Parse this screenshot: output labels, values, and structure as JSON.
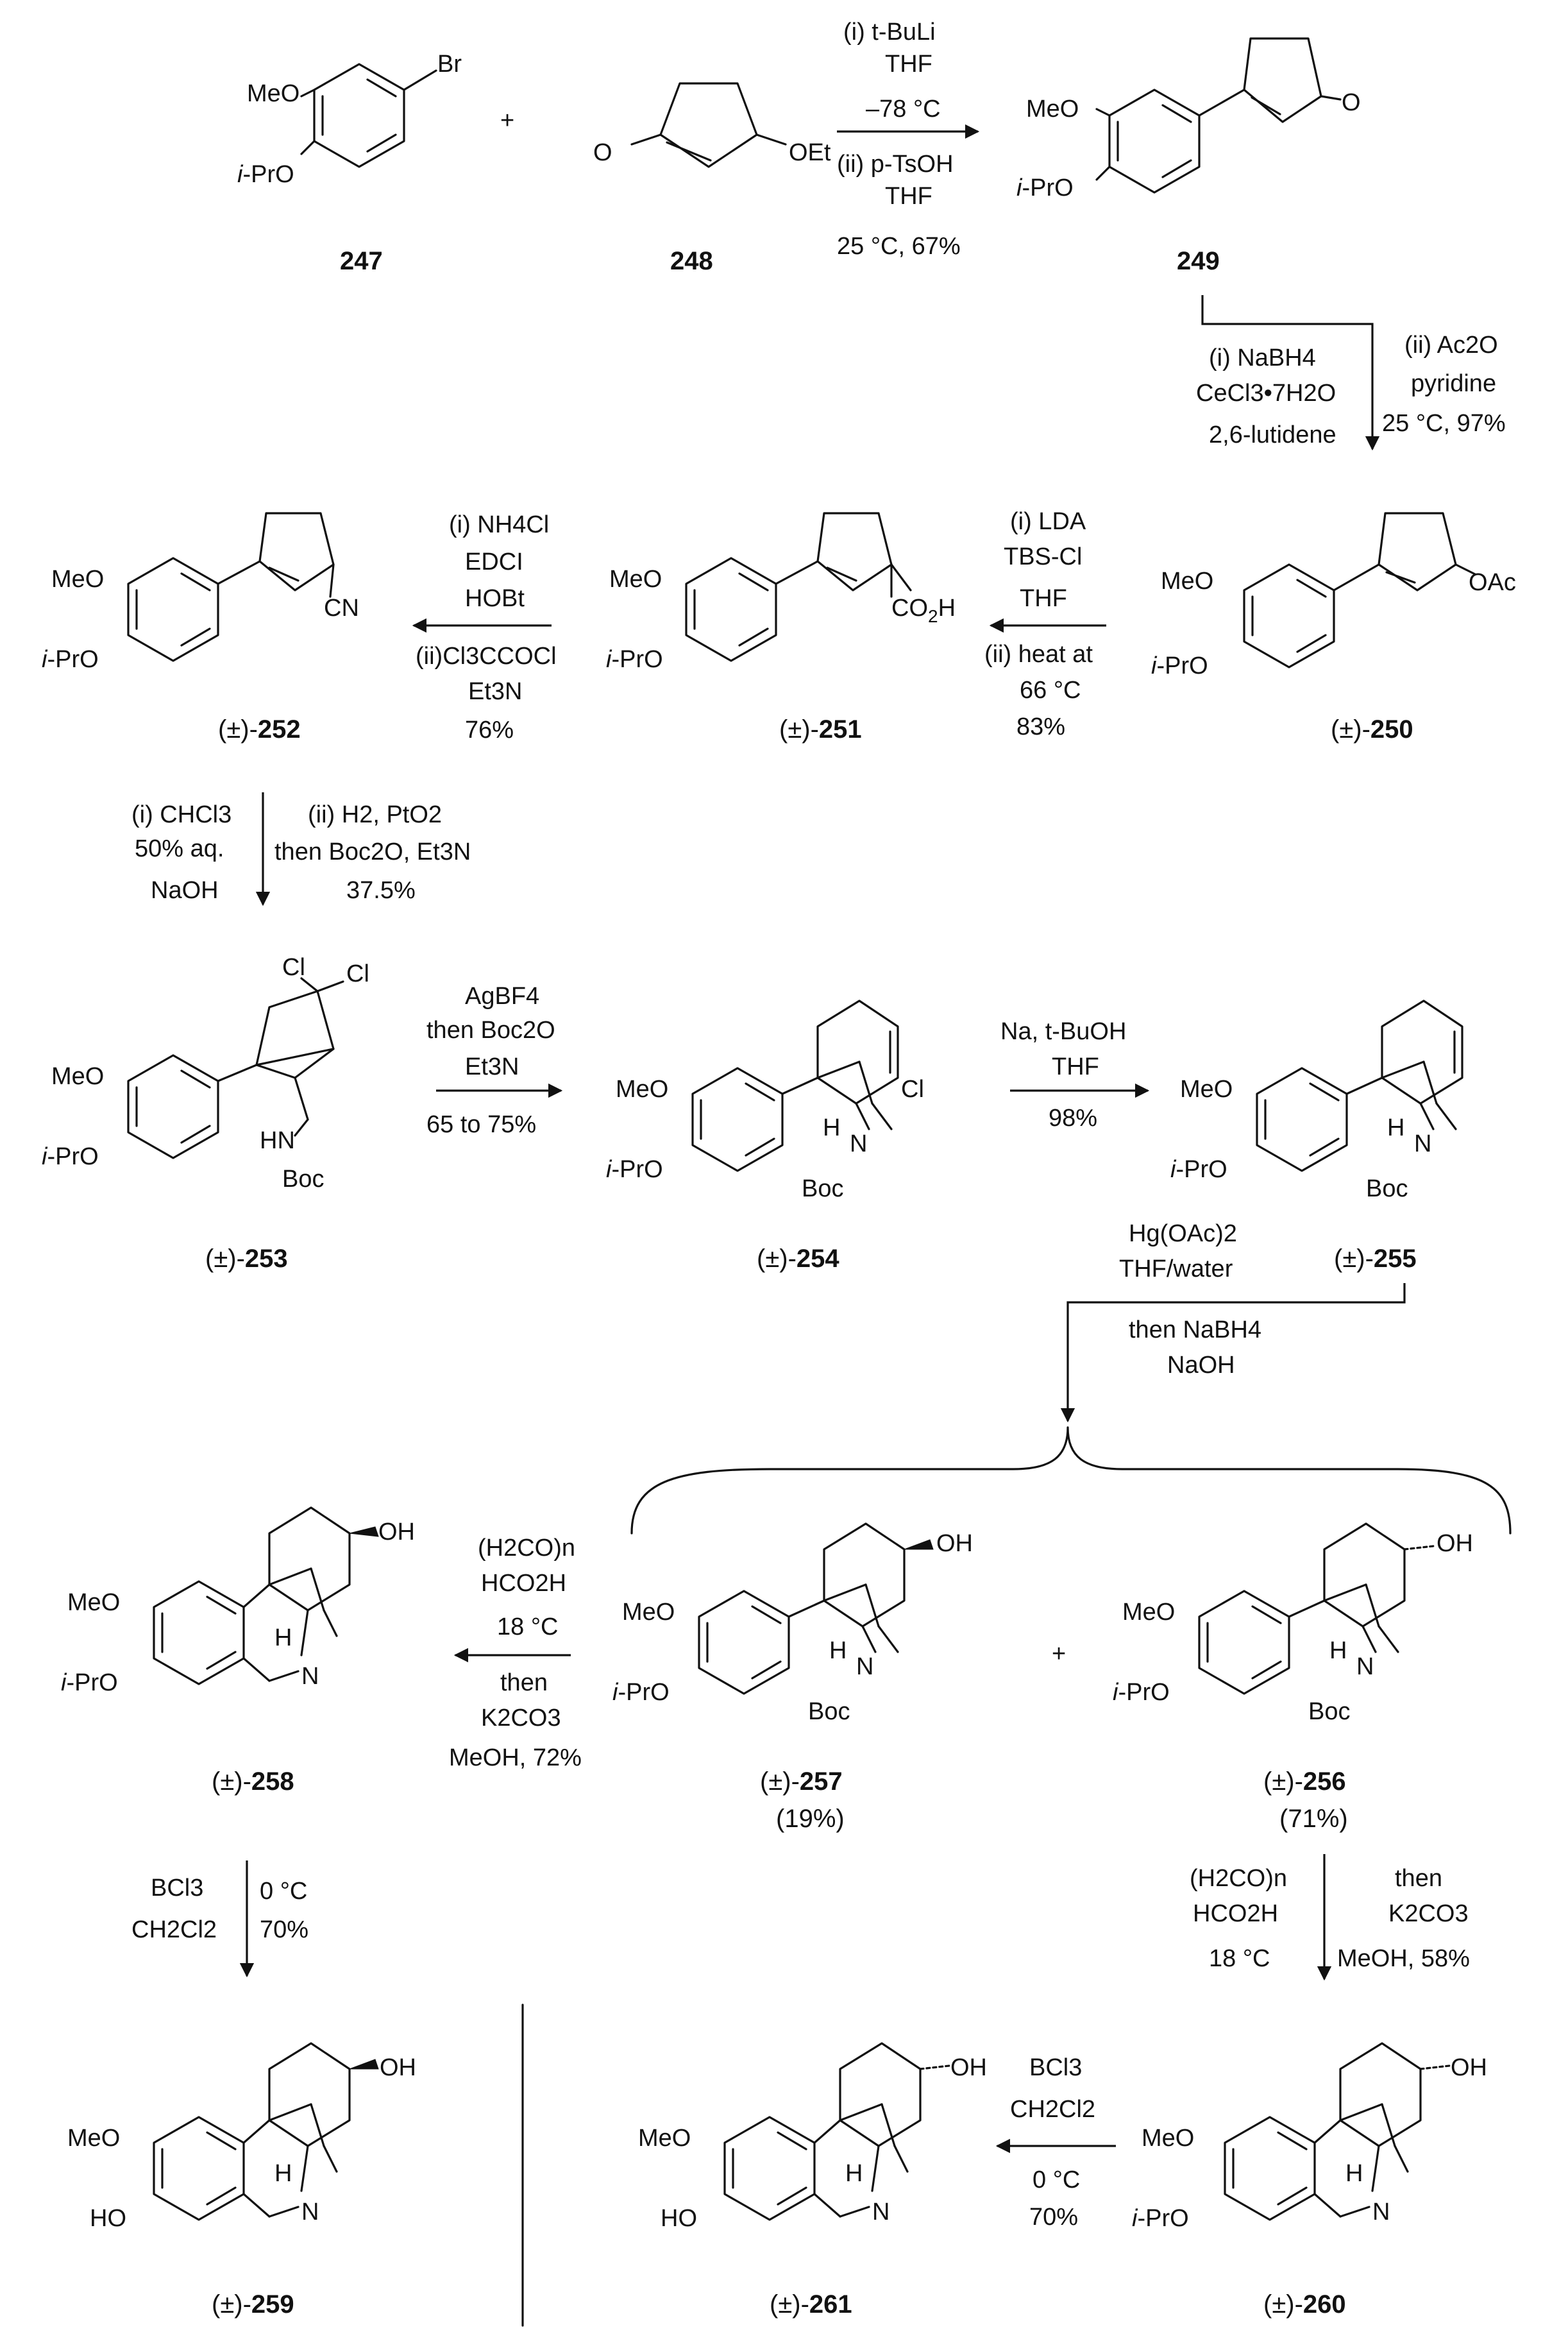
{
  "atoms": {
    "meo": "MeO",
    "ipro_i": "i",
    "ipro_rest": "-PrO",
    "ho": "HO",
    "oh": "OH",
    "br": "Br",
    "o": "O",
    "oet": "OEt",
    "oac": "OAc",
    "cn": "CN",
    "co2h": "CO",
    "co2h_sub": "2",
    "co2h_end": "H",
    "cl": "Cl",
    "h": "H",
    "n": "N",
    "hn": "HN",
    "boc": "Boc",
    "plus": "+"
  },
  "compounds": {
    "c247": "247",
    "c248": "248",
    "c249": "249",
    "c250": "250",
    "c251": "251",
    "c252": "252",
    "c253": "253",
    "c254": "254",
    "c255": "255",
    "c256": "256",
    "c257": "257",
    "c258": "258",
    "c259": "259",
    "c260": "260",
    "c261": "261",
    "pm": "(±)-",
    "y257": "(19%)",
    "y256": "(71%)"
  },
  "conditions": {
    "s1": [
      "(i) t-BuLi",
      "THF",
      "–78 °C",
      "(ii) p-TsOH",
      "THF",
      "25 °C, 67%"
    ],
    "s2a": [
      "(i) NaBH4",
      "CeCl3•7H2O",
      "2,6-lutidene"
    ],
    "s2b": [
      "(ii) Ac2O",
      "pyridine",
      "25 °C, 97%"
    ],
    "s3": [
      "(i) LDA",
      "TBS-Cl",
      "THF",
      "(ii) heat at",
      "66 °C",
      "83%"
    ],
    "s4": [
      "(i) NH4Cl",
      "EDCI",
      "HOBt",
      "(ii)Cl3CCOCl",
      "Et3N",
      "76%"
    ],
    "s5a": [
      "(i) CHCl3",
      "50% aq.",
      "NaOH"
    ],
    "s5b": [
      "(ii) H2, PtO2",
      "then Boc2O, Et3N",
      "37.5%"
    ],
    "s6": [
      "AgBF4",
      "then Boc2O",
      "Et3N",
      "65 to 75%"
    ],
    "s7": [
      "Na, t-BuOH",
      "THF",
      "98%"
    ],
    "s8": [
      "Hg(OAc)2",
      "THF/water",
      "then NaBH4",
      "NaOH"
    ],
    "s9": [
      "(H2CO)n",
      "HCO2H",
      "18 °C",
      "then",
      "K2CO3",
      "MeOH, 72%"
    ],
    "s10a": [
      "BCl3",
      "CH2Cl2"
    ],
    "s10b": [
      "0 °C",
      "70%"
    ],
    "s11a": [
      "(H2CO)n",
      "HCO2H",
      "18 °C"
    ],
    "s11b": [
      "then",
      "K2CO3",
      "MeOH, 58%"
    ],
    "s12": [
      "BCl3",
      "CH2Cl2",
      "0 °C",
      "70%"
    ]
  }
}
